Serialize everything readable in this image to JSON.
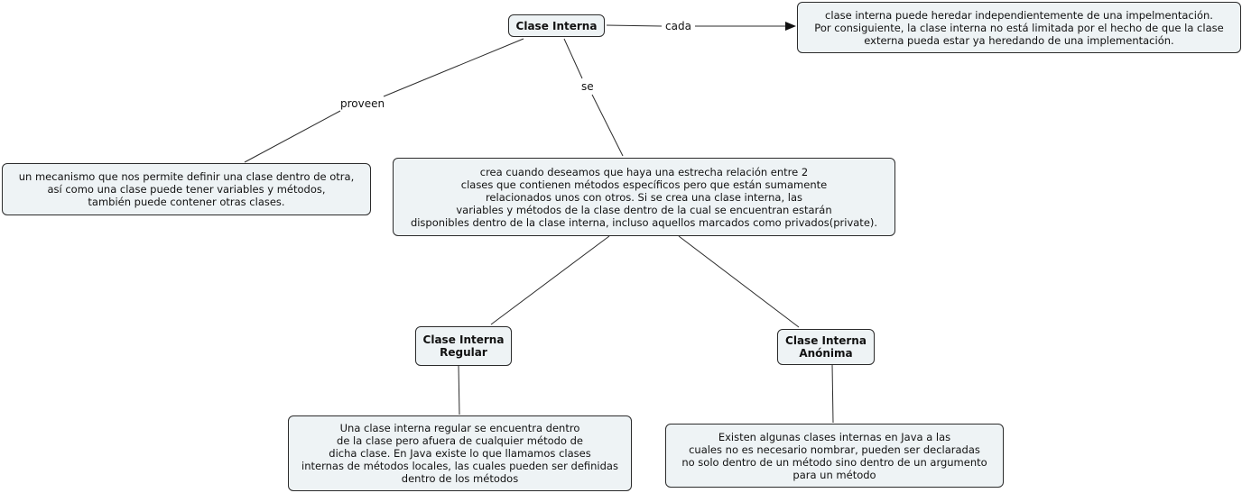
{
  "nodes": {
    "clase_interna": "Clase Interna",
    "herencia": "clase interna puede heredar independientemente de una impelmentación.\nPor consiguiente, la clase interna no está limitada por el hecho de que la clase\nexterna pueda estar ya heredando de una implementación.",
    "mecanismo": "un mecanismo que nos permite definir una clase dentro de otra,\nasí como una clase puede tener variables y métodos,\ntambién puede contener otras clases.",
    "crea": "crea cuando deseamos que haya una estrecha relación entre 2\nclases que contienen métodos específicos pero que están sumamente\nrelacionados unos con otros. Si se crea una clase interna, las\nvariables y métodos de la clase dentro de la cual se encuentran estarán\ndisponibles dentro de la clase interna, incluso aquellos marcados como privados(private).",
    "regular": "Clase Interna\nRegular",
    "anonima": "Clase Interna\nAnónima",
    "regular_desc": "Una clase interna regular se encuentra dentro\nde la clase pero afuera de cualquier método de\ndicha clase. En Java existe lo que llamamos clases\ninternas de métodos locales, las cuales pueden ser definidas\ndentro de los métodos",
    "anonima_desc": "Existen algunas clases internas en Java a las\ncuales no es necesario nombrar, pueden ser declaradas\nno solo dentro de un método sino dentro de un argumento\npara un método"
  },
  "links": {
    "cada": "cada",
    "proveen": "proveen",
    "se": "se"
  },
  "colors": {
    "node_fill": "#eef3f5",
    "stroke": "#2b2b2b"
  }
}
